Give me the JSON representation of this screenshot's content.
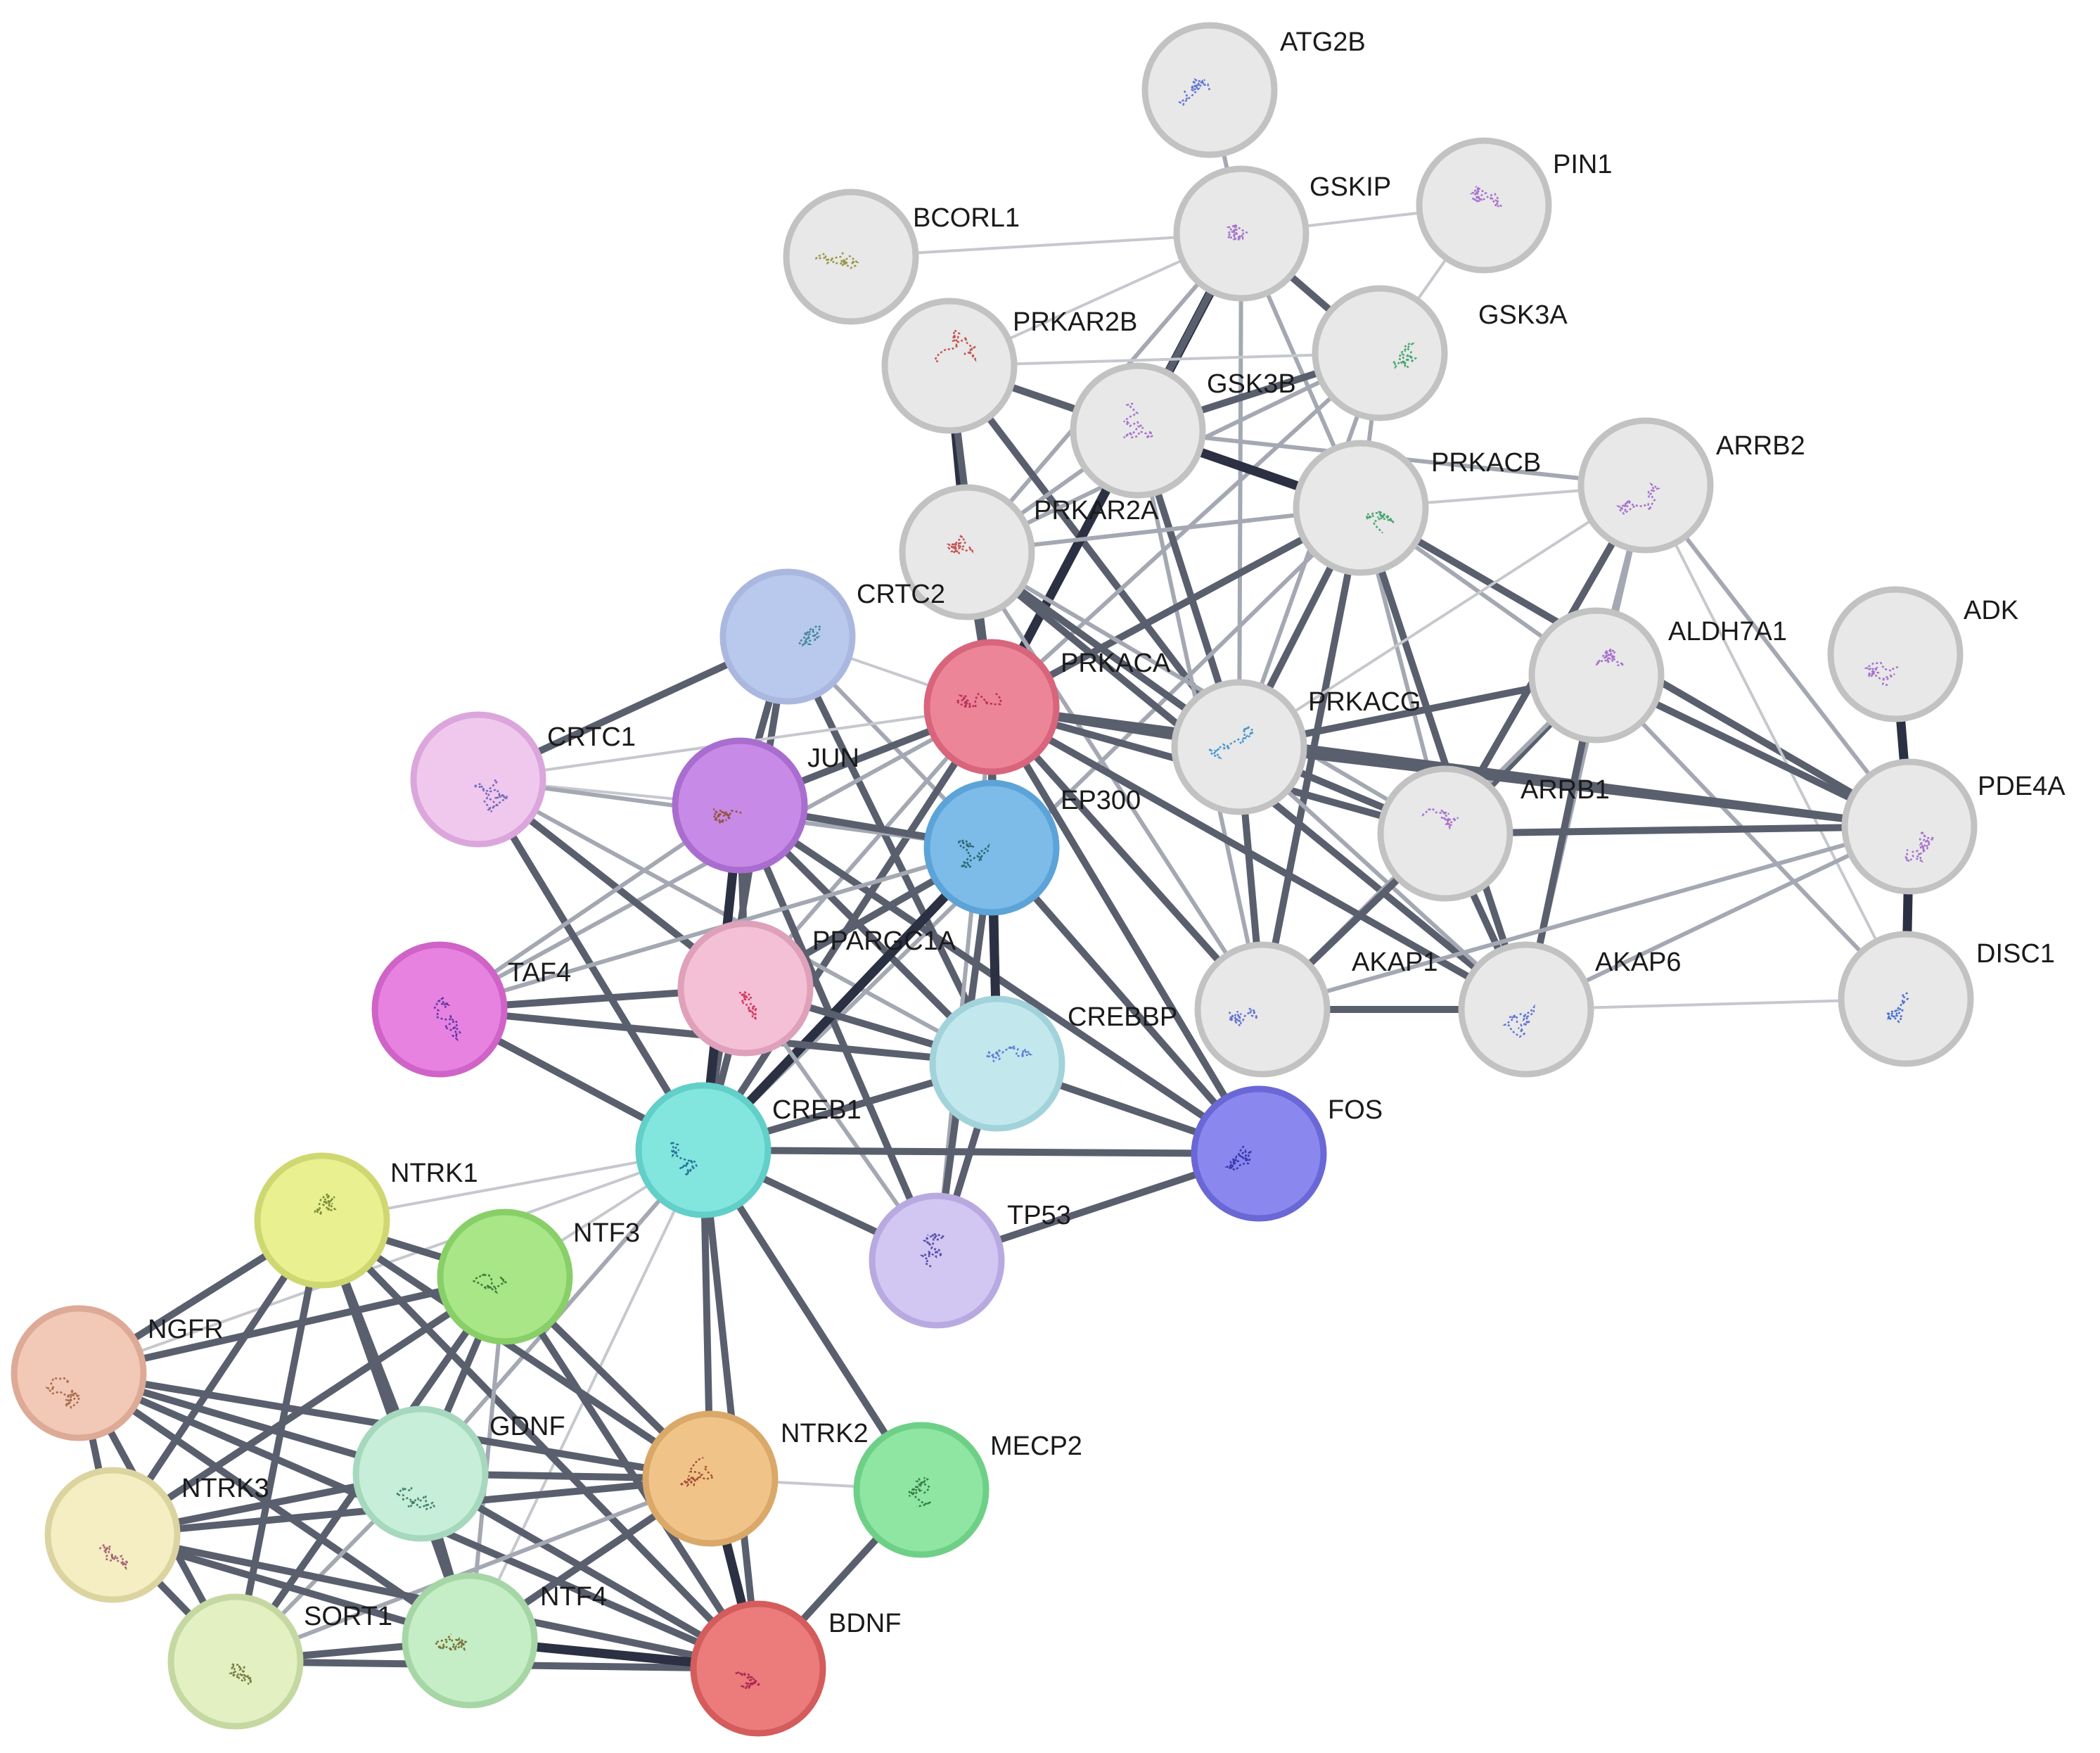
{
  "nodes": [
    {
      "id": "ATG2B",
      "label": "ATG2B",
      "fill": "#e8e8e8",
      "ring": "#c2c2c2",
      "glyph": "#4a5fd0"
    },
    {
      "id": "GSKIP",
      "label": "GSKIP",
      "fill": "#e8e8e8",
      "ring": "#c2c2c2",
      "glyph": "#9a5cc8"
    },
    {
      "id": "PIN1",
      "label": "PIN1",
      "fill": "#e8e8e8",
      "ring": "#c2c2c2",
      "glyph": "#9a5cc8"
    },
    {
      "id": "BCORL1",
      "label": "BCORL1",
      "fill": "#e8e8e8",
      "ring": "#c2c2c2",
      "glyph": "#8a8a2a"
    },
    {
      "id": "PRKAR2B",
      "label": "PRKAR2B",
      "fill": "#e8e8e8",
      "ring": "#c2c2c2",
      "glyph": "#c03a3a"
    },
    {
      "id": "GSK3A",
      "label": "GSK3A",
      "fill": "#e8e8e8",
      "ring": "#c2c2c2",
      "glyph": "#2a9a5a"
    },
    {
      "id": "GSK3B",
      "label": "GSK3B",
      "fill": "#e8e8e8",
      "ring": "#c2c2c2",
      "glyph": "#9a5cc8"
    },
    {
      "id": "PRKACB",
      "label": "PRKACB",
      "fill": "#e8e8e8",
      "ring": "#c2c2c2",
      "glyph": "#2a9a5a"
    },
    {
      "id": "ARRB2",
      "label": "ARRB2",
      "fill": "#e8e8e8",
      "ring": "#c2c2c2",
      "glyph": "#9a5cc8"
    },
    {
      "id": "PRKAR2A",
      "label": "PRKAR2A",
      "fill": "#e8e8e8",
      "ring": "#c2c2c2",
      "glyph": "#c03a3a"
    },
    {
      "id": "CRTC2",
      "label": "CRTC2",
      "fill": "#b9c9ee",
      "ring": "#aab8e0",
      "glyph": "#2a7a8a"
    },
    {
      "id": "ADK",
      "label": "ADK",
      "fill": "#e8e8e8",
      "ring": "#c2c2c2",
      "glyph": "#9a5cc8"
    },
    {
      "id": "ALDH7A1",
      "label": "ALDH7A1",
      "fill": "#e8e8e8",
      "ring": "#c2c2c2",
      "glyph": "#9a5cc8"
    },
    {
      "id": "PRKACA",
      "label": "PRKACA",
      "fill": "#ec8598",
      "ring": "#d8657c",
      "glyph": "#b0204a"
    },
    {
      "id": "PRKACG",
      "label": "PRKACG",
      "fill": "#e8e8e8",
      "ring": "#c2c2c2",
      "glyph": "#2a8acc"
    },
    {
      "id": "CRTC1",
      "label": "CRTC1",
      "fill": "#f0c8ee",
      "ring": "#dba6db",
      "glyph": "#5a5ab0"
    },
    {
      "id": "JUN",
      "label": "JUN",
      "fill": "#c78ae6",
      "ring": "#a96dcf",
      "glyph": "#8a4a20"
    },
    {
      "id": "EP300",
      "label": "EP300",
      "fill": "#7dbbe8",
      "ring": "#5ca3d8",
      "glyph": "#1a5a5a"
    },
    {
      "id": "ARRB1",
      "label": "ARRB1",
      "fill": "#e8e8e8",
      "ring": "#c2c2c2",
      "glyph": "#9a5cc8"
    },
    {
      "id": "PDE4A",
      "label": "PDE4A",
      "fill": "#e8e8e8",
      "ring": "#c2c2c2",
      "glyph": "#9a5cc8"
    },
    {
      "id": "TAF4",
      "label": "TAF4",
      "fill": "#e882e0",
      "ring": "#cf63c7",
      "glyph": "#4a2a9a"
    },
    {
      "id": "PPARGC1A",
      "label": "PPARGC1A",
      "fill": "#f4c0d6",
      "ring": "#dfa0ba",
      "glyph": "#d0204a"
    },
    {
      "id": "AKAP1",
      "label": "AKAP1",
      "fill": "#e8e8e8",
      "ring": "#c2c2c2",
      "glyph": "#4a5fd0"
    },
    {
      "id": "AKAP6",
      "label": "AKAP6",
      "fill": "#e8e8e8",
      "ring": "#c2c2c2",
      "glyph": "#4a5fd0"
    },
    {
      "id": "DISC1",
      "label": "DISC1",
      "fill": "#e8e8e8",
      "ring": "#c2c2c2",
      "glyph": "#2a5acc"
    },
    {
      "id": "CREBBP",
      "label": "CREBBP",
      "fill": "#c2e8ee",
      "ring": "#a2d2da",
      "glyph": "#4a6ad0"
    },
    {
      "id": "CREB1",
      "label": "CREB1",
      "fill": "#82e6df",
      "ring": "#62cfc8",
      "glyph": "#1a5a8a"
    },
    {
      "id": "FOS",
      "label": "FOS",
      "fill": "#8a88ee",
      "ring": "#6a68d6",
      "glyph": "#2a2aa0"
    },
    {
      "id": "NTRK1",
      "label": "NTRK1",
      "fill": "#e8f090",
      "ring": "#cfd870",
      "glyph": "#6a7a2a"
    },
    {
      "id": "NTF3",
      "label": "NTF3",
      "fill": "#a8e688",
      "ring": "#88cf68",
      "glyph": "#2a6a2a"
    },
    {
      "id": "TP53",
      "label": "TP53",
      "fill": "#d2c6f2",
      "ring": "#b8aae0",
      "glyph": "#3a3a9a"
    },
    {
      "id": "NGFR",
      "label": "NGFR",
      "fill": "#f2c8b6",
      "ring": "#dcaa96",
      "glyph": "#9a5a3a"
    },
    {
      "id": "GDNF",
      "label": "GDNF",
      "fill": "#c6eed8",
      "ring": "#a6d8be",
      "glyph": "#2a6a5a"
    },
    {
      "id": "NTRK2",
      "label": "NTRK2",
      "fill": "#f0c488",
      "ring": "#daa868",
      "glyph": "#9a3a2a"
    },
    {
      "id": "MECP2",
      "label": "MECP2",
      "fill": "#8ee6a2",
      "ring": "#6ed086",
      "glyph": "#2a6a3a"
    },
    {
      "id": "NTRK3",
      "label": "NTRK3",
      "fill": "#f4eec2",
      "ring": "#dcd4a0",
      "glyph": "#9a4a6a"
    },
    {
      "id": "SORT1",
      "label": "SORT1",
      "fill": "#e2f0c2",
      "ring": "#c6d8a2",
      "glyph": "#6a6a2a"
    },
    {
      "id": "NTF4",
      "label": "NTF4",
      "fill": "#c6eec6",
      "ring": "#a6d6a6",
      "glyph": "#6a5a1a"
    },
    {
      "id": "BDNF",
      "label": "BDNF",
      "fill": "#ec7c7c",
      "ring": "#d45c5c",
      "glyph": "#a01a4a"
    }
  ],
  "edges": [
    [
      "ATG2B",
      "GSKIP",
      1
    ],
    [
      "GSKIP",
      "PIN1",
      0
    ],
    [
      "GSKIP",
      "BCORL1",
      0
    ],
    [
      "GSKIP",
      "PRKAR2B",
      0
    ],
    [
      "GSKIP",
      "GSK3A",
      2
    ],
    [
      "GSKIP",
      "GSK3B",
      3
    ],
    [
      "GSKIP",
      "PRKACB",
      1
    ],
    [
      "GSKIP",
      "PRKACA",
      2
    ],
    [
      "GSKIP",
      "PRKAR2A",
      1
    ],
    [
      "GSKIP",
      "PRKACG",
      1
    ],
    [
      "PIN1",
      "GSK3A",
      0
    ],
    [
      "PRKAR2B",
      "GSK3B",
      2
    ],
    [
      "PRKAR2B",
      "PRKAR2A",
      3
    ],
    [
      "PRKAR2B",
      "PRKACA",
      2
    ],
    [
      "PRKAR2B",
      "PRKACB",
      2
    ],
    [
      "PRKAR2B",
      "PRKACG",
      2
    ],
    [
      "PRKAR2B",
      "GSK3A",
      0
    ],
    [
      "GSK3A",
      "GSK3B",
      2
    ],
    [
      "GSK3A",
      "PRKACB",
      1
    ],
    [
      "GSK3A",
      "PRKACA",
      1
    ],
    [
      "GSK3A",
      "PRKAR2A",
      1
    ],
    [
      "GSK3A",
      "PRKACG",
      1
    ],
    [
      "GSK3B",
      "PRKACB",
      3
    ],
    [
      "GSK3B",
      "PRKACA",
      3
    ],
    [
      "GSK3B",
      "PRKAR2A",
      1
    ],
    [
      "GSK3B",
      "PRKACG",
      2
    ],
    [
      "GSK3B",
      "AKAP1",
      1
    ],
    [
      "GSK3B",
      "ARRB2",
      1
    ],
    [
      "PRKACB",
      "ARRB2",
      0
    ],
    [
      "PRKACB",
      "PRKAR2A",
      1
    ],
    [
      "PRKACB",
      "PRKACA",
      2
    ],
    [
      "PRKACB",
      "PRKACG",
      2
    ],
    [
      "PRKACB",
      "ALDH7A1",
      1
    ],
    [
      "PRKACB",
      "ARRB1",
      1
    ],
    [
      "PRKACB",
      "PDE4A",
      2
    ],
    [
      "PRKACB",
      "AKAP1",
      2
    ],
    [
      "PRKACB",
      "AKAP6",
      2
    ],
    [
      "PRKACB",
      "CREB1",
      1
    ],
    [
      "ARRB2",
      "ALDH7A1",
      1
    ],
    [
      "ARRB2",
      "ARRB1",
      2
    ],
    [
      "ARRB2",
      "PDE4A",
      1
    ],
    [
      "ARRB2",
      "AKAP6",
      1
    ],
    [
      "ARRB2",
      "PRKACG",
      0
    ],
    [
      "ARRB2",
      "DISC1",
      0
    ],
    [
      "PRKAR2A",
      "PRKACA",
      2
    ],
    [
      "PRKAR2A",
      "PRKACG",
      2
    ],
    [
      "PRKAR2A",
      "AKAP1",
      1
    ],
    [
      "PRKAR2A",
      "AKAP6",
      2
    ],
    [
      "PRKAR2A",
      "ARRB1",
      1
    ],
    [
      "CRTC2",
      "PRKACA",
      0
    ],
    [
      "CRTC2",
      "JUN",
      2
    ],
    [
      "CRTC2",
      "CRTC1",
      2
    ],
    [
      "CRTC2",
      "CREB1",
      2
    ],
    [
      "CRTC2",
      "EP300",
      1
    ],
    [
      "CRTC2",
      "CREBBP",
      2
    ],
    [
      "ADK",
      "PDE4A",
      3
    ],
    [
      "ALDH7A1",
      "ARRB1",
      2
    ],
    [
      "ALDH7A1",
      "PDE4A",
      2
    ],
    [
      "ALDH7A1",
      "AKAP6",
      2
    ],
    [
      "ALDH7A1",
      "PRKACG",
      2
    ],
    [
      "ALDH7A1",
      "AKAP1",
      1
    ],
    [
      "ALDH7A1",
      "DISC1",
      1
    ],
    [
      "PRKACA",
      "PRKACG",
      2
    ],
    [
      "PRKACA",
      "ARRB1",
      2
    ],
    [
      "PRKACA",
      "PDE4A",
      2
    ],
    [
      "PRKACA",
      "AKAP1",
      2
    ],
    [
      "PRKACA",
      "AKAP6",
      2
    ],
    [
      "PRKACA",
      "JUN",
      2
    ],
    [
      "PRKACA",
      "EP300",
      2
    ],
    [
      "PRKACA",
      "CREB1",
      2
    ],
    [
      "PRKACA",
      "CREBBP",
      2
    ],
    [
      "PRKACA",
      "FOS",
      2
    ],
    [
      "PRKACA",
      "TAF4",
      1
    ],
    [
      "PRKACA",
      "PPARGC1A",
      1
    ],
    [
      "PRKACA",
      "CRTC1",
      0
    ],
    [
      "PRKACA",
      "TP53",
      1
    ],
    [
      "PRKACG",
      "ARRB1",
      2
    ],
    [
      "PRKACG",
      "PDE4A",
      2
    ],
    [
      "PRKACG",
      "AKAP1",
      2
    ],
    [
      "PRKACG",
      "AKAP6",
      1
    ],
    [
      "CRTC1",
      "JUN",
      0
    ],
    [
      "CRTC1",
      "PPARGC1A",
      2
    ],
    [
      "CRTC1",
      "CREB1",
      2
    ],
    [
      "CRTC1",
      "EP300",
      1
    ],
    [
      "CRTC1",
      "CREBBP",
      1
    ],
    [
      "JUN",
      "EP300",
      2
    ],
    [
      "JUN",
      "PPARGC1A",
      2
    ],
    [
      "JUN",
      "CREB1",
      3
    ],
    [
      "JUN",
      "CREBBP",
      2
    ],
    [
      "JUN",
      "FOS",
      2
    ],
    [
      "JUN",
      "TAF4",
      1
    ],
    [
      "JUN",
      "TP53",
      2
    ],
    [
      "EP300",
      "PPARGC1A",
      2
    ],
    [
      "EP300",
      "CREB1",
      3
    ],
    [
      "EP300",
      "CREBBP",
      3
    ],
    [
      "EP300",
      "TP53",
      2
    ],
    [
      "EP300",
      "FOS",
      2
    ],
    [
      "EP300",
      "TAF4",
      1
    ],
    [
      "ARRB1",
      "PDE4A",
      2
    ],
    [
      "ARRB1",
      "AKAP1",
      2
    ],
    [
      "ARRB1",
      "AKAP6",
      2
    ],
    [
      "PDE4A",
      "DISC1",
      3
    ],
    [
      "PDE4A",
      "AKAP6",
      1
    ],
    [
      "PDE4A",
      "AKAP1",
      1
    ],
    [
      "TAF4",
      "PPARGC1A",
      2
    ],
    [
      "TAF4",
      "CREB1",
      2
    ],
    [
      "TAF4",
      "CREBBP",
      2
    ],
    [
      "PPARGC1A",
      "CREB1",
      2
    ],
    [
      "PPARGC1A",
      "CREBBP",
      2
    ],
    [
      "PPARGC1A",
      "TP53",
      1
    ],
    [
      "AKAP1",
      "AKAP6",
      2
    ],
    [
      "AKAP6",
      "DISC1",
      0
    ],
    [
      "CREBBP",
      "CREB1",
      2
    ],
    [
      "CREBBP",
      "FOS",
      2
    ],
    [
      "CREBBP",
      "TP53",
      2
    ],
    [
      "CREB1",
      "FOS",
      2
    ],
    [
      "CREB1",
      "TP53",
      2
    ],
    [
      "CREB1",
      "NTRK1",
      0
    ],
    [
      "CREB1",
      "NTF3",
      0
    ],
    [
      "CREB1",
      "NGFR",
      0
    ],
    [
      "CREB1",
      "GDNF",
      1
    ],
    [
      "CREB1",
      "NTRK2",
      2
    ],
    [
      "CREB1",
      "BDNF",
      2
    ],
    [
      "CREB1",
      "MECP2",
      2
    ],
    [
      "CREB1",
      "NTF4",
      0
    ],
    [
      "FOS",
      "TP53",
      2
    ],
    [
      "NTRK1",
      "NTF3",
      2
    ],
    [
      "NTRK1",
      "NGFR",
      2
    ],
    [
      "NTRK1",
      "GDNF",
      2
    ],
    [
      "NTRK1",
      "NTRK2",
      2
    ],
    [
      "NTRK1",
      "NTRK3",
      2
    ],
    [
      "NTRK1",
      "SORT1",
      2
    ],
    [
      "NTRK1",
      "NTF4",
      2
    ],
    [
      "NTRK1",
      "BDNF",
      2
    ],
    [
      "NTF3",
      "NGFR",
      2
    ],
    [
      "NTF3",
      "GDNF",
      2
    ],
    [
      "NTF3",
      "NTRK2",
      2
    ],
    [
      "NTF3",
      "NTRK3",
      2
    ],
    [
      "NTF3",
      "SORT1",
      2
    ],
    [
      "NTF3",
      "NTF4",
      1
    ],
    [
      "NTF3",
      "BDNF",
      2
    ],
    [
      "NGFR",
      "GDNF",
      2
    ],
    [
      "NGFR",
      "NTRK2",
      2
    ],
    [
      "NGFR",
      "NTRK3",
      2
    ],
    [
      "NGFR",
      "SORT1",
      2
    ],
    [
      "NGFR",
      "NTF4",
      2
    ],
    [
      "NGFR",
      "BDNF",
      2
    ],
    [
      "GDNF",
      "NTRK2",
      2
    ],
    [
      "GDNF",
      "NTRK3",
      2
    ],
    [
      "GDNF",
      "SORT1",
      1
    ],
    [
      "GDNF",
      "NTF4",
      2
    ],
    [
      "GDNF",
      "BDNF",
      2
    ],
    [
      "NTRK2",
      "MECP2",
      0
    ],
    [
      "NTRK2",
      "NTRK3",
      2
    ],
    [
      "NTRK2",
      "NTF4",
      2
    ],
    [
      "NTRK2",
      "BDNF",
      3
    ],
    [
      "NTRK2",
      "SORT1",
      1
    ],
    [
      "MECP2",
      "BDNF",
      2
    ],
    [
      "NTRK3",
      "SORT1",
      2
    ],
    [
      "NTRK3",
      "NTF4",
      2
    ],
    [
      "NTRK3",
      "BDNF",
      2
    ],
    [
      "SORT1",
      "NTF4",
      2
    ],
    [
      "SORT1",
      "BDNF",
      2
    ],
    [
      "NTF4",
      "BDNF",
      3
    ]
  ]
}
